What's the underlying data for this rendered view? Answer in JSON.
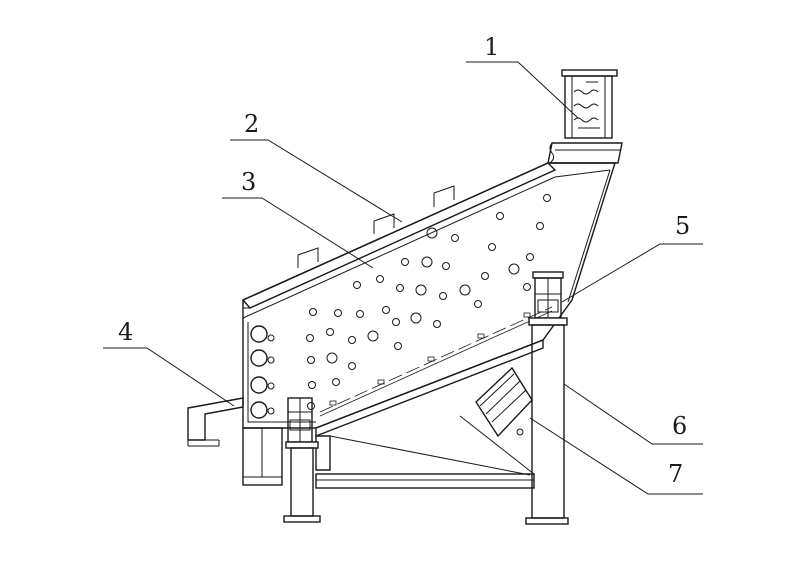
{
  "diagram": {
    "callouts": [
      {
        "id": "c1",
        "label": "1"
      },
      {
        "id": "c2",
        "label": "2"
      },
      {
        "id": "c3",
        "label": "3"
      },
      {
        "id": "c4",
        "label": "4"
      },
      {
        "id": "c5",
        "label": "5"
      },
      {
        "id": "c6",
        "label": "6"
      },
      {
        "id": "c7",
        "label": "7"
      }
    ],
    "colors": {
      "line": "#1a1a1a",
      "background": "#ffffff"
    }
  }
}
